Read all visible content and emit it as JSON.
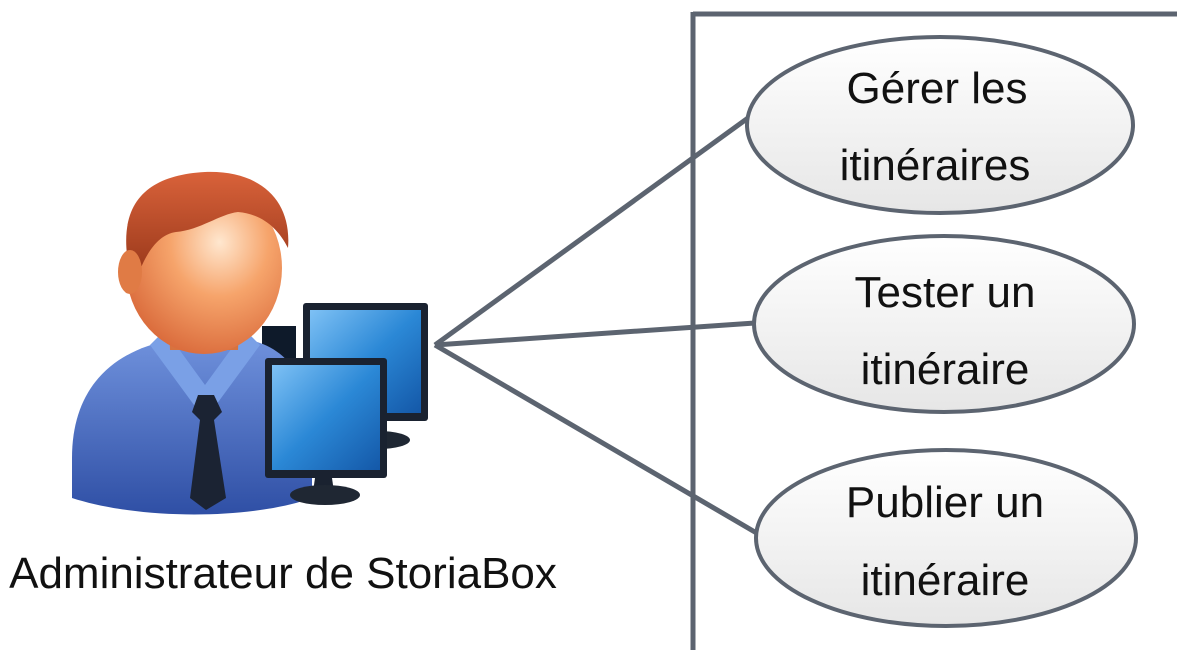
{
  "actor": {
    "label": "Administrateur de StoriaBox",
    "icon": "administrator-with-computers-icon"
  },
  "use_cases": [
    {
      "line1": "Gérer les",
      "line2": "itinéraires"
    },
    {
      "line1": "Tester un",
      "line2": "itinéraire"
    },
    {
      "line1": "Publier un",
      "line2": "itinéraire"
    }
  ],
  "colors": {
    "line": "#5c6470",
    "ellipse_fill": "#f1f1f1",
    "ellipse_stroke": "#5c6470",
    "shirt": "#4a6fc4",
    "hair": "#c2502a",
    "skin": "#f3b07c",
    "screen": "#2b88d6"
  }
}
